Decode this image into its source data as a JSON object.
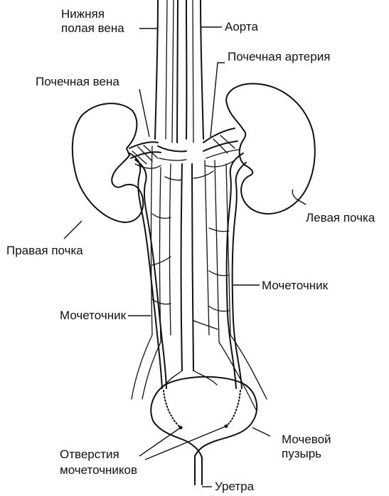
{
  "labels": {
    "ivc_line1": "Нижняя",
    "ivc_line2": "полая вена",
    "aorta": "Аорта",
    "renal_artery": "Почечная артерия",
    "renal_vein": "Почечная вена",
    "left_kidney": "Левая почка",
    "right_kidney": "Правая почка",
    "ureter_right": "Мочеточник",
    "ureter_left": "Мочеточник",
    "ureteral_openings_line1": "Отверстия",
    "ureteral_openings_line2": "мочеточников",
    "bladder_line1": "Мочевой",
    "bladder_line2": "пузырь",
    "urethra": "Уретра"
  },
  "colors": {
    "line": "#111111",
    "background": "#ffffff"
  }
}
